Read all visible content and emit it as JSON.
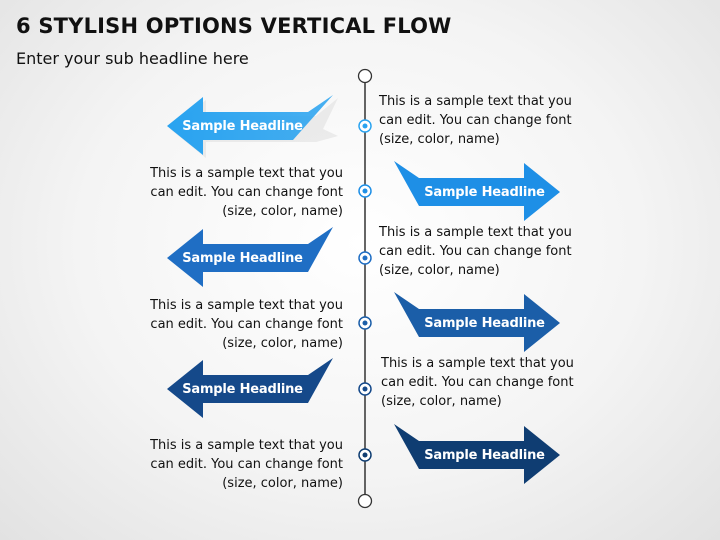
{
  "header": {
    "title": "6 STYLISH OPTIONS VERTICAL FLOW",
    "subtitle": "Enter your sub headline here"
  },
  "colors": {
    "c1": "#29a3f0",
    "c2": "#1e8fe6",
    "c3": "#1f6ec4",
    "c4": "#1b5ea8",
    "c5": "#15498a",
    "c6": "#0f3d72",
    "line": "#333333"
  },
  "steps": [
    {
      "headline": "Sample Headline",
      "text": "This is a sample text that you can edit. You can change font (size, color, name)",
      "arrow_direction": "left"
    },
    {
      "headline": "Sample Headline",
      "text": "This is a sample text that you can edit. You can change font (size, color, name)",
      "arrow_direction": "right"
    },
    {
      "headline": "Sample Headline",
      "text": "This is a sample text that you can edit. You can change font (size, color, name)",
      "arrow_direction": "left"
    },
    {
      "headline": "Sample Headline",
      "text": "This is a sample text that you can edit. You can change font (size, color, name)",
      "arrow_direction": "right"
    },
    {
      "headline": "Sample Headline",
      "text": "This is a sample text that you can edit. You can change font (size, color, name)",
      "arrow_direction": "left"
    },
    {
      "headline": "Sample Headline",
      "text": "This is a sample text that you can edit. You can change font (size, color, name)",
      "arrow_direction": "right"
    }
  ]
}
